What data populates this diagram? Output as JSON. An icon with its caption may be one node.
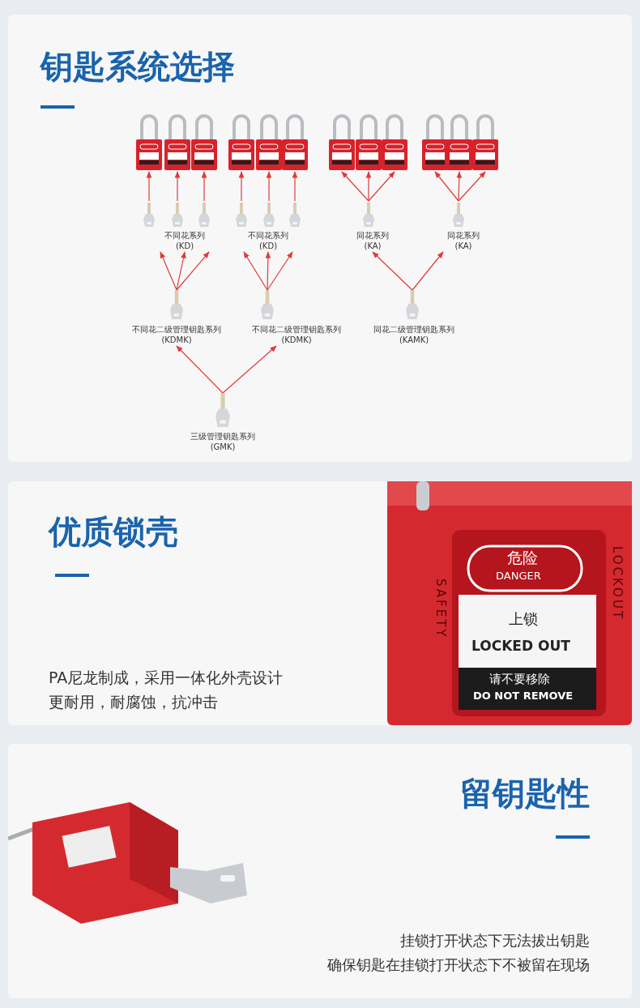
{
  "diagram": {
    "title": "钥匙系统选择",
    "nodes": [
      {
        "text": [],
        "shape": "picture"
      },
      {
        "text": [],
        "shape": "picture"
      },
      {
        "text": [],
        "shape": "picture"
      },
      {
        "text": [],
        "shape": "picture"
      },
      {
        "text": [],
        "shape": "picture"
      },
      {
        "text": [],
        "shape": "picture"
      },
      {
        "text": [],
        "shape": "picture"
      },
      {
        "text": [],
        "shape": "picture"
      },
      {
        "text": [],
        "shape": "picture"
      },
      {
        "text": [],
        "shape": "picture"
      },
      {
        "text": [],
        "shape": "picture"
      },
      {
        "text": [],
        "shape": "picture"
      },
      {
        "text": [],
        "shape": "picture"
      },
      {
        "text": [],
        "shape": "picture"
      },
      {
        "text": [],
        "shape": "picture"
      },
      {
        "text": [],
        "shape": "picture"
      },
      {
        "text": [],
        "shape": "picture"
      },
      {
        "text": [],
        "shape": "picture"
      },
      {
        "text": [],
        "shape": "picture"
      },
      {
        "text": [],
        "shape": "picture"
      },
      {
        "text": [
          "不同花系列(KD)"
        ]
      },
      {
        "text": [
          "不同花系列(KD)"
        ]
      },
      {
        "text": [
          "同花系列(KA)"
        ]
      },
      {
        "text": [
          "同花系列(KA)"
        ]
      },
      {
        "text": [],
        "shape": "picture"
      },
      {
        "text": [],
        "shape": "picture"
      },
      {
        "text": [],
        "shape": "picture"
      },
      {
        "text": [
          "不同花二级管理钥匙系列(KDMK)"
        ]
      },
      {
        "text": [
          "不同花二级管理钥匙系列(KDMK)"
        ]
      },
      {
        "text": [
          "同花二级管理钥匙系列(KAMK)"
        ]
      },
      {
        "text": [],
        "shape": "picture"
      },
      {
        "text": [
          "三级管理钥匙系列(GMK)"
        ]
      }
    ],
    "edges": [
      {
        "from": 12,
        "to": 0,
        "arrow": "to"
      },
      {
        "from": 13,
        "to": 1,
        "arrow": "to"
      },
      {
        "from": 14,
        "to": 2,
        "arrow": "to"
      },
      {
        "from": 15,
        "to": 3,
        "arrow": "to"
      },
      {
        "from": 16,
        "to": 4,
        "arrow": "to"
      },
      {
        "from": 17,
        "to": 5,
        "arrow": "to"
      },
      {
        "from": 18,
        "to": 6,
        "arrow": "to"
      },
      {
        "from": 18,
        "to": 7,
        "arrow": "to"
      },
      {
        "from": 18,
        "to": 8,
        "arrow": "to"
      },
      {
        "from": 19,
        "to": 9,
        "arrow": "to"
      },
      {
        "from": 19,
        "to": 10,
        "arrow": "to"
      },
      {
        "from": 19,
        "to": 11,
        "arrow": "to"
      },
      {
        "from": 24,
        "to": 20,
        "arrow": "to"
      },
      {
        "from": 24,
        "to": 20,
        "arrow": "to"
      },
      {
        "from": 24,
        "to": 20,
        "arrow": "to"
      },
      {
        "from": 25,
        "to": 21,
        "arrow": "to"
      },
      {
        "from": 25,
        "to": 21,
        "arrow": "to"
      },
      {
        "from": 25,
        "to": 21,
        "arrow": "to"
      },
      {
        "from": 26,
        "to": 22,
        "arrow": "to"
      },
      {
        "from": 26,
        "to": 23,
        "arrow": "to"
      },
      {
        "from": 30,
        "to": 27,
        "arrow": "to"
      },
      {
        "from": 30,
        "to": 28,
        "arrow": "to"
      }
    ],
    "labels": [
      "优质锁壳",
      "PA尼龙制成，采用一体化外壳设计",
      "更耐用，耐腐蚀，抗冲击",
      "危险",
      "DANGER",
      "上锁",
      "LOCKED OUT",
      "请不要移除",
      "DO NOT REMOVE",
      "SAFETY",
      "LOCKOUT",
      "留钥匙性",
      "挂锁打开状态下无法拔出钥匙",
      "确保钥匙在挂锁打开状态下不被留在现场"
    ]
  }
}
